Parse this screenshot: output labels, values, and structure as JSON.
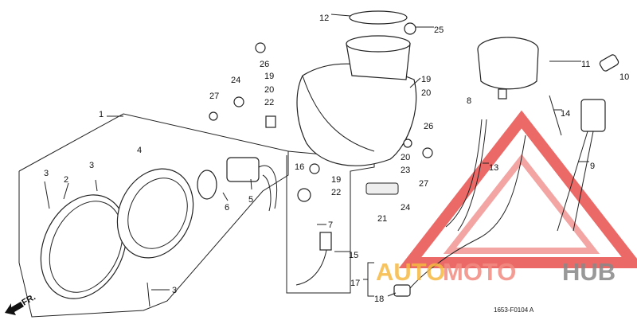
{
  "labels": [
    "1",
    "2",
    "3",
    "3",
    "3",
    "4",
    "5",
    "6",
    "7",
    "8",
    "9",
    "10",
    "11",
    "12",
    "13",
    "14",
    "15",
    "16",
    "17",
    "18",
    "19",
    "20",
    "22",
    "24",
    "26",
    "27",
    "25",
    "19",
    "20",
    "26",
    "20",
    "23",
    "24",
    "27",
    "19",
    "22",
    "21"
  ],
  "direction_marker": "FR.",
  "diagram_code": "1653-F0104 A",
  "watermark": {
    "part1": "AUTO",
    "part2": "MOTO",
    "part3": "HUB",
    "colors": {
      "auto": "#f5b942",
      "moto": "#f28b82",
      "hub": "#888888",
      "triangle": "#e53935"
    }
  }
}
